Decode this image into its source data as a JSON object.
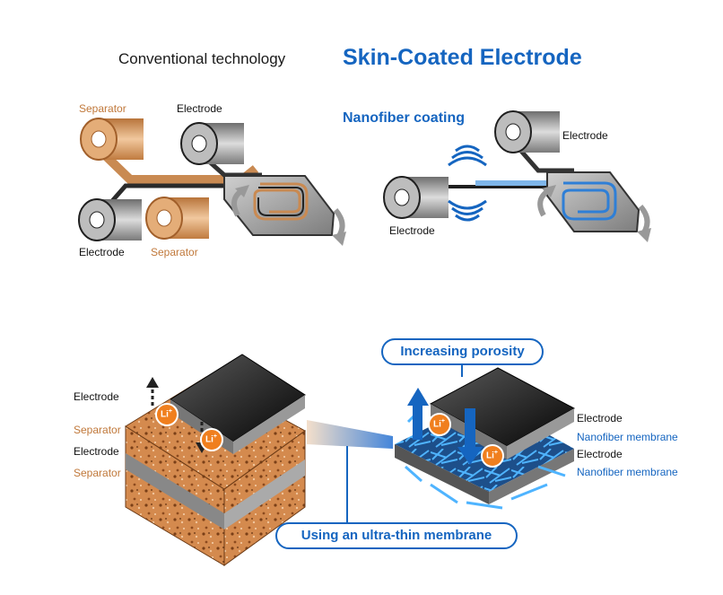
{
  "titles": {
    "conventional": "Conventional technology",
    "skin_coated": "Skin-Coated Electrode",
    "nanofiber_coating": "Nanofiber coating"
  },
  "top_left": {
    "separator_top": "Separator",
    "electrode_top": "Electrode",
    "electrode_bottom": "Electrode",
    "separator_bottom": "Separator"
  },
  "top_right": {
    "electrode_top": "Electrode",
    "electrode_bottom": "Electrode"
  },
  "bottom": {
    "increasing_porosity": "Increasing porosity",
    "ultra_thin": "Using an ultra-thin membrane",
    "left_labels": [
      "Electrode",
      "Separator",
      "Electrode",
      "Separator"
    ],
    "right_labels": [
      "Electrode",
      "Nanofiber membrane",
      "Electrode",
      "Nanofiber membrane"
    ],
    "ion": "Li",
    "ion_charge": "+"
  },
  "colors": {
    "accent_blue": "#1565c0",
    "separator_orange": "#c0783a",
    "electrode_gray": "#9a9a9a",
    "ion_orange": "#f07f1e"
  }
}
